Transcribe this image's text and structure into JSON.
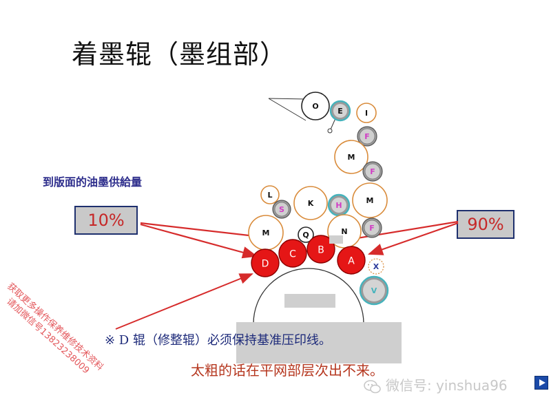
{
  "title": "着墨辊（墨组部）",
  "supply_label": "到版面的油墨供給量",
  "left_percent": "10%",
  "right_percent": "90%",
  "note_d_roller": "※  D  辊（修整辊）必须保持基准压印线。",
  "note_too_thick": "太粗的话在平网部层次出不来。",
  "watermark_lines": [
    "获取更多操作保养维修技术资料",
    "请加微信号13823238009"
  ],
  "wechat_label": "微信号: yinshua96",
  "colors": {
    "form_roller_red": "#e51616",
    "teal_ring": "#45b3bc",
    "orange_ring": "#d98b3a",
    "arrow_red": "#d62b2b",
    "box_border": "#1d2f6d"
  },
  "rollers": [
    {
      "label": "O",
      "kind": "plain"
    },
    {
      "label": "E",
      "kind": "teal"
    },
    {
      "label": "I",
      "kind": "orange"
    },
    {
      "label": "F",
      "kind": "gray"
    },
    {
      "label": "M",
      "kind": "orange"
    },
    {
      "label": "F",
      "kind": "gray"
    },
    {
      "label": "M",
      "kind": "orange"
    },
    {
      "label": "L",
      "kind": "orange"
    },
    {
      "label": "S",
      "kind": "gray"
    },
    {
      "label": "K",
      "kind": "orange"
    },
    {
      "label": "H",
      "kind": "teal"
    },
    {
      "label": "F",
      "kind": "gray"
    },
    {
      "label": "M",
      "kind": "orange"
    },
    {
      "label": "Q",
      "kind": "plain"
    },
    {
      "label": "N",
      "kind": "orange"
    },
    {
      "label": "D",
      "kind": "red"
    },
    {
      "label": "C",
      "kind": "red"
    },
    {
      "label": "B",
      "kind": "red"
    },
    {
      "label": "A",
      "kind": "red"
    },
    {
      "label": "X",
      "kind": "dashed"
    },
    {
      "label": "V",
      "kind": "teal"
    }
  ]
}
